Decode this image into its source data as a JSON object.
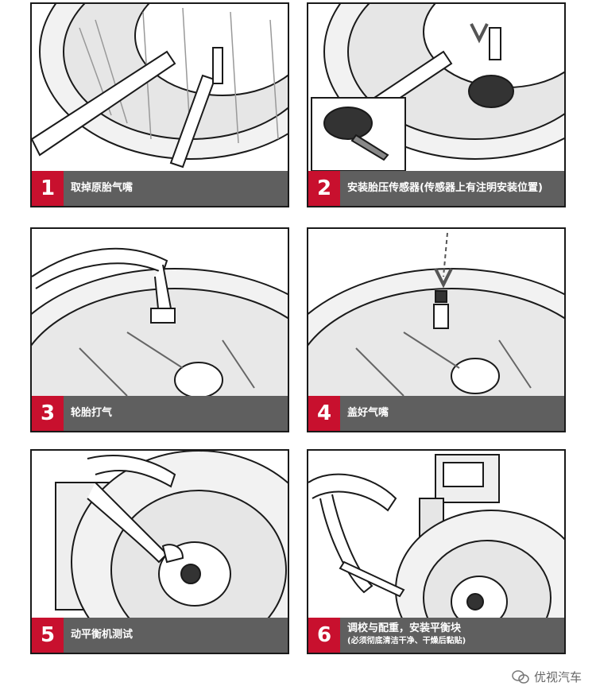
{
  "steps": [
    {
      "num": "1",
      "text": "取掉原胎气嘴",
      "sub": ""
    },
    {
      "num": "2",
      "text": "安装胎压传感器(传感器上有注明安装位置)",
      "sub": ""
    },
    {
      "num": "3",
      "text": "轮胎打气",
      "sub": ""
    },
    {
      "num": "4",
      "text": "盖好气嘴",
      "sub": ""
    },
    {
      "num": "5",
      "text": "动平衡机测试",
      "sub": ""
    },
    {
      "num": "6",
      "text": "调校与配重，安装平衡块",
      "sub": "(必须彻底清洁干净、干燥后黏贴)"
    }
  ],
  "watermark": {
    "text": "优视汽车",
    "icon": "wechat-icon"
  },
  "colors": {
    "accent": "#c8102e",
    "caption_bg": "#5f5f5f",
    "line": "#1a1a1a"
  }
}
